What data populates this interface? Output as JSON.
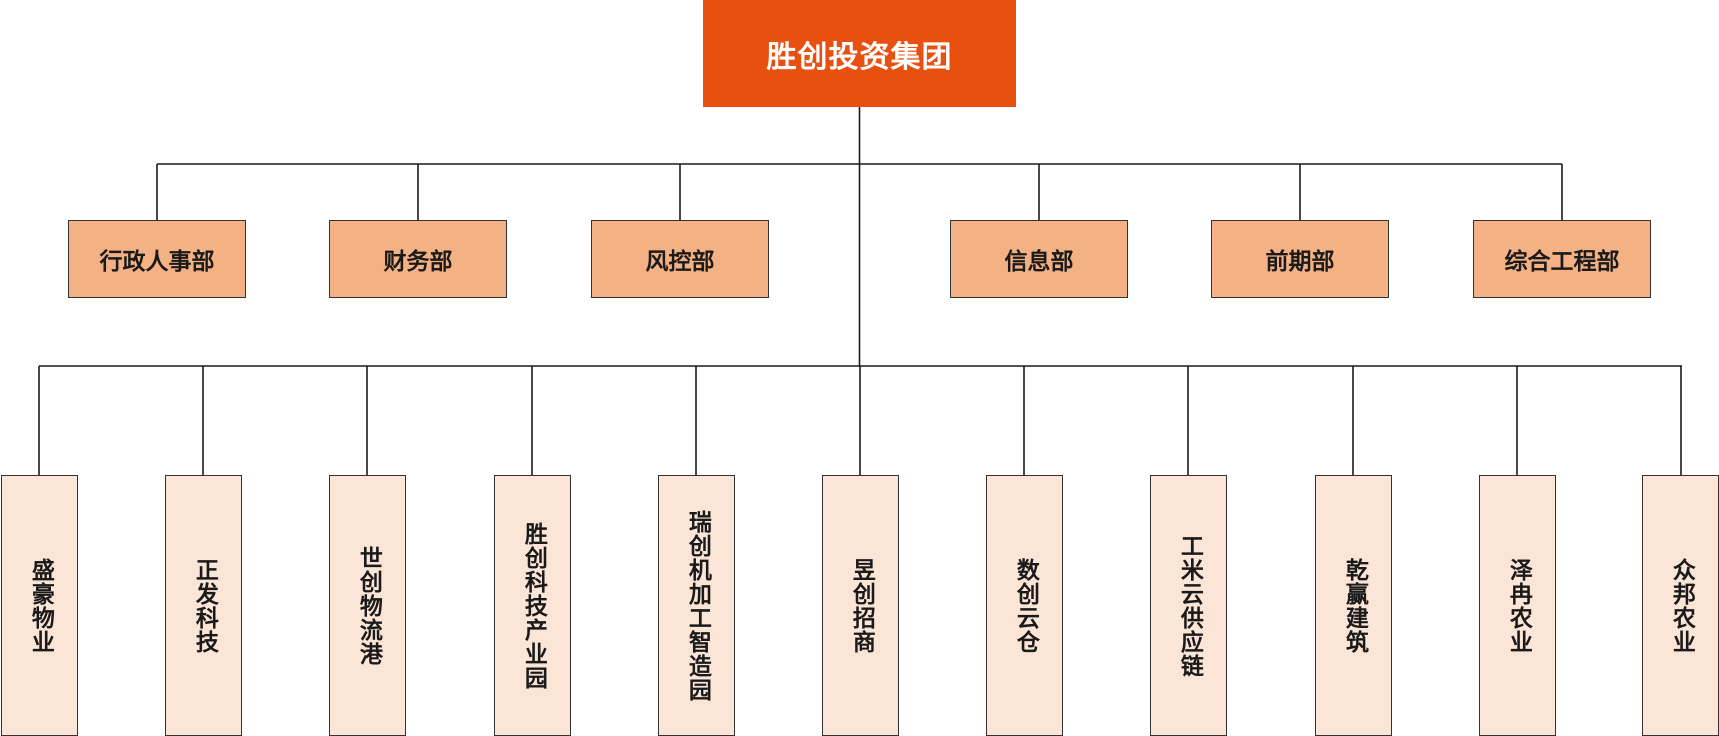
{
  "root": {
    "label": "胜创投资集团",
    "color": "#e8500f"
  },
  "departments": [
    {
      "label": "行政人事部"
    },
    {
      "label": "财务部"
    },
    {
      "label": "风控部"
    },
    {
      "label": "信息部"
    },
    {
      "label": "前期部"
    },
    {
      "label": "综合工程部"
    }
  ],
  "subsidiaries": [
    {
      "label": "盛豪物业"
    },
    {
      "label": "正发科技"
    },
    {
      "label": "世创物流港"
    },
    {
      "label": "胜创科技产业园"
    },
    {
      "label": "瑞创机加工智造园"
    },
    {
      "label": "昱创招商"
    },
    {
      "label": "数创云仓"
    },
    {
      "label": "工米云供应链"
    },
    {
      "label": "乾赢建筑"
    },
    {
      "label": "泽冉农业"
    },
    {
      "label": "众邦农业"
    }
  ],
  "colors": {
    "root_fill": "#e8500f",
    "department_fill": "#f4b183",
    "subsidiary_fill": "#fbe5d6",
    "connector": "#1a1a1a"
  }
}
